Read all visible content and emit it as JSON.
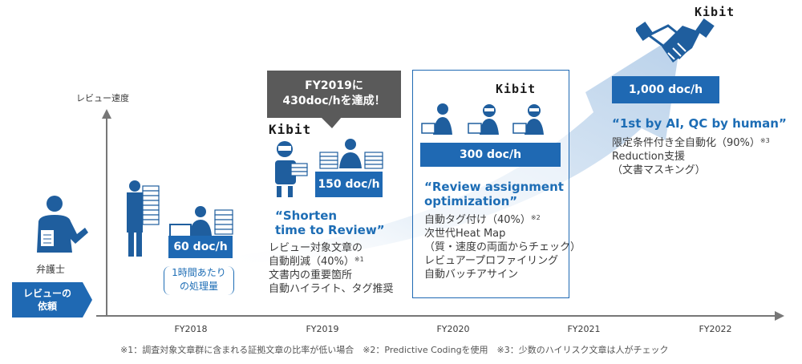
{
  "axis": {
    "y_label": "レビュー速度",
    "x_ticks": [
      "FY2018",
      "FY2019",
      "FY2020",
      "FY2021",
      "FY2022"
    ]
  },
  "left": {
    "lawyer_label": "弁護士",
    "request_line1": "レビューの",
    "request_line2": "依頼"
  },
  "fy2018": {
    "rate": "60 doc/h",
    "note_line1": "1時間あたり",
    "note_line2": "の処理量"
  },
  "fy2019": {
    "callout_line1": "FY2019に",
    "callout_line2": "430doc/hを達成！",
    "brand": "Kibit",
    "rate": "150 doc/h",
    "quote_line1": "“Shorten",
    "quote_line2": "time to Review”",
    "desc": [
      "レビュー対象文章の",
      "自動削減（40%）",
      "文書内の重要箇所",
      "自動ハイライト、タグ推奨"
    ],
    "desc_sup": "※1"
  },
  "fy2020": {
    "brand": "Kibit",
    "rate": "300 doc/h",
    "quote_line1": "“Review assignment",
    "quote_line2": "optimization”",
    "desc": [
      "自動タグ付け（40%）",
      "次世代Heat Map",
      "（質・速度の両面からチェック）",
      "レビュアープロファイリング",
      "自動バッチアサイン"
    ],
    "desc_sup": "※2"
  },
  "fy2022": {
    "brand": "Kibit",
    "rate": "1,000 doc/h",
    "quote": "“1st by AI, QC by human”",
    "desc": [
      "限定条件付き全自動化（90%）",
      "Reduction支援",
      "（文書マスキング）"
    ],
    "desc_sup": "※3"
  },
  "footnotes": "※1：調査対象文章群に含まれる証拠文章の比率が低い場合　※2：Predictive Codingを使用　※3：少数のハイリスク文章は人がチェック",
  "colors": {
    "accent": "#1f69b3",
    "arrow": "#d6e5f4",
    "callout": "#5a5a5a"
  }
}
